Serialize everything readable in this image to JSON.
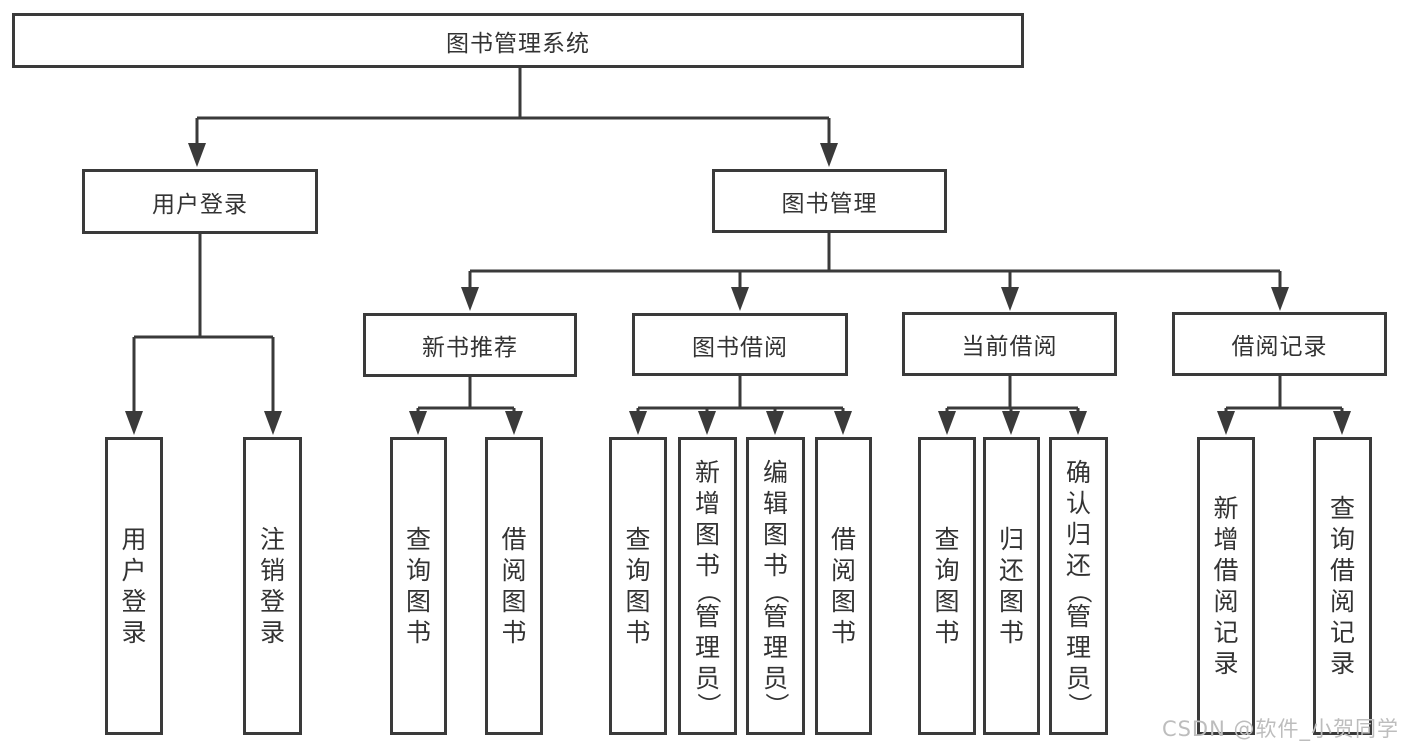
{
  "nodes": {
    "root": "图书管理系统",
    "user_login": "用户登录",
    "book_mgmt": "图书管理",
    "new_book": "新书推荐",
    "book_borrow": "图书借阅",
    "current_borrow": "当前借阅",
    "borrow_record": "借阅记录"
  },
  "leaves": [
    "用户登录",
    "注销登录",
    "查询图书",
    "借阅图书",
    "查询图书",
    "新增图书（管理员）",
    "编辑图书（管理员）",
    "借阅图书",
    "查询图书",
    "归还图书",
    "确认归还（管理员）",
    "新增借阅记录",
    "查询借阅记录"
  ],
  "hierarchy": {
    "图书管理系统": [
      "用户登录",
      "图书管理"
    ],
    "用户登录": [
      "用户登录",
      "注销登录"
    ],
    "图书管理": [
      "新书推荐",
      "图书借阅",
      "当前借阅",
      "借阅记录"
    ],
    "新书推荐": [
      "查询图书",
      "借阅图书"
    ],
    "图书借阅": [
      "查询图书",
      "新增图书（管理员）",
      "编辑图书（管理员）",
      "借阅图书"
    ],
    "当前借阅": [
      "查询图书",
      "归还图书",
      "确认归还（管理员）"
    ],
    "借阅记录": [
      "新增借阅记录",
      "查询借阅记录"
    ]
  },
  "watermark": "CSDN @软件_小贺同学",
  "colors": {
    "line": "#3a3a3a",
    "text": "#333333",
    "watermark": "#bdbdbd",
    "background": "#ffffff"
  }
}
